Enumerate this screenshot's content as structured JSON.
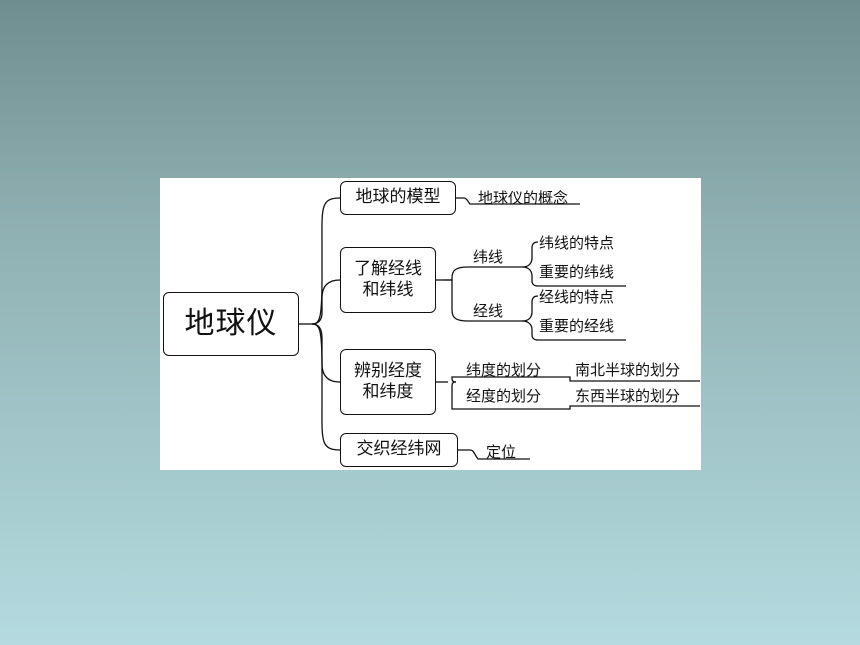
{
  "root": "地球仪",
  "branches": [
    {
      "label": "地球的模型",
      "children": [
        "地球仪的概念"
      ]
    },
    {
      "label_lines": [
        "了解经线",
        "和纬线"
      ],
      "groups": [
        {
          "label": "纬线",
          "children": [
            "纬线的特点",
            "重要的纬线"
          ]
        },
        {
          "label": "经线",
          "children": [
            "经线的特点",
            "重要的经线"
          ]
        }
      ]
    },
    {
      "label_lines": [
        "辨别经度",
        "和纬度"
      ],
      "rows": [
        {
          "label": "纬度的划分",
          "child": "南北半球的划分"
        },
        {
          "label": "经度的划分",
          "child": "东西半球的划分"
        }
      ]
    },
    {
      "label": "交织经纬网",
      "children": [
        "定位"
      ]
    }
  ]
}
